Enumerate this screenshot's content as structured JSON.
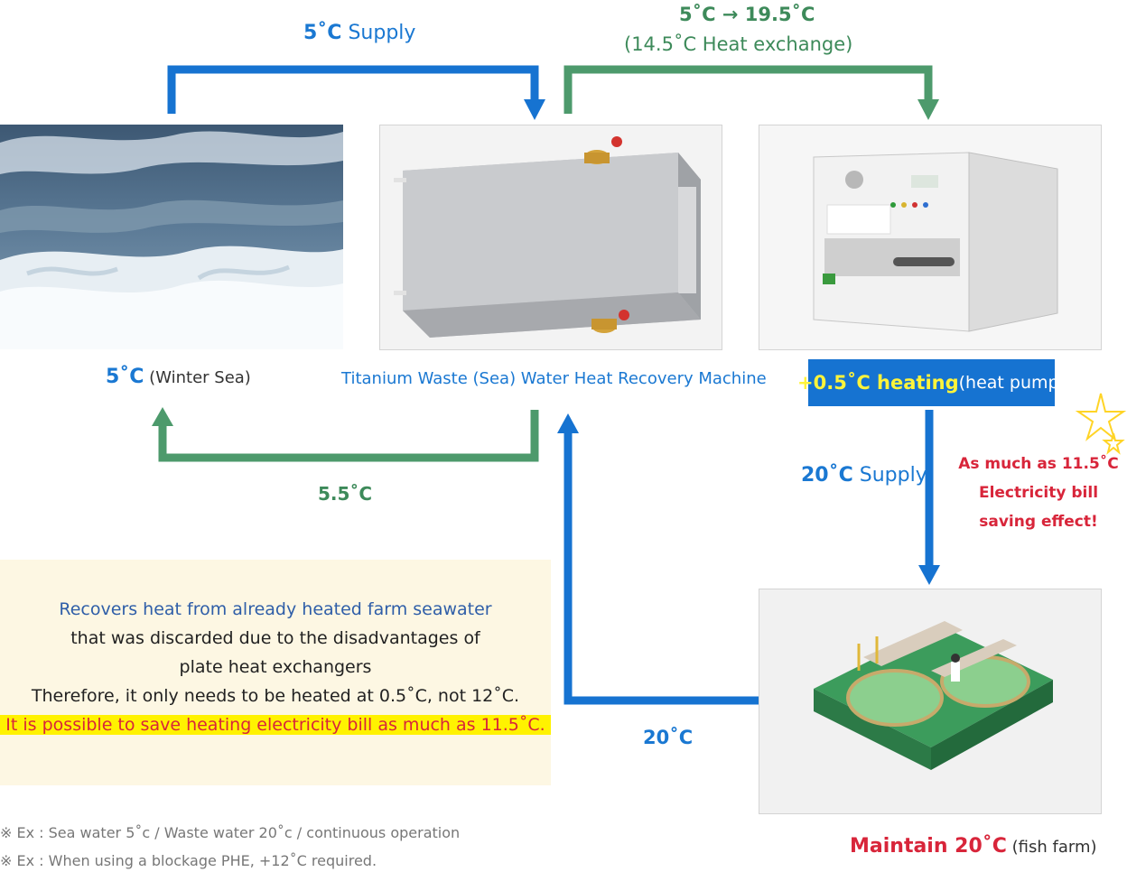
{
  "labels": {
    "supply_5_temp": "5˚C",
    "supply_5_text": " Supply",
    "exchange_line1": "5˚C → 19.5˚C",
    "exchange_line2": "(14.5˚C Heat exchange)",
    "winter_sea_temp": "5˚C",
    "winter_sea_text": " (Winter Sea)",
    "machine_name": "Titanium Waste (Sea) Water Heat Recovery Machine",
    "heating_bold": "+0.5˚C heating",
    "heating_text": " (heat pump)",
    "return_temp": "5.5˚C",
    "supply_20_temp": "20˚C",
    "supply_20_text": " Supply",
    "waste_return_temp": "20˚C",
    "maintain_bold": "Maintain 20˚C",
    "maintain_text": " (fish farm)"
  },
  "saving": {
    "line1": "As much as 11.5˚C",
    "line2": "Electricity bill",
    "line3": "saving effect!"
  },
  "info": {
    "line1": "Recovers heat from already heated farm seawater",
    "line2": "that was discarded due to the disadvantages of",
    "line3": "plate heat exchangers",
    "line4": "Therefore, it only needs to be heated at 0.5˚C, not 12˚C.",
    "line5": "It is possible to save heating electricity bill as much as 11.5˚C."
  },
  "notes": {
    "note1": "※ Ex : Sea water 5˚c / Waste water 20˚c / continuous operation",
    "note2": "※ Ex : When using a blockage PHE, +12˚C required."
  },
  "colors": {
    "blue_arrow": "#1673d1",
    "green_arrow": "#4d9a6c",
    "info_bg": "#fdf7e3",
    "highlight": "#fff200",
    "accent_red": "#d8253a"
  }
}
